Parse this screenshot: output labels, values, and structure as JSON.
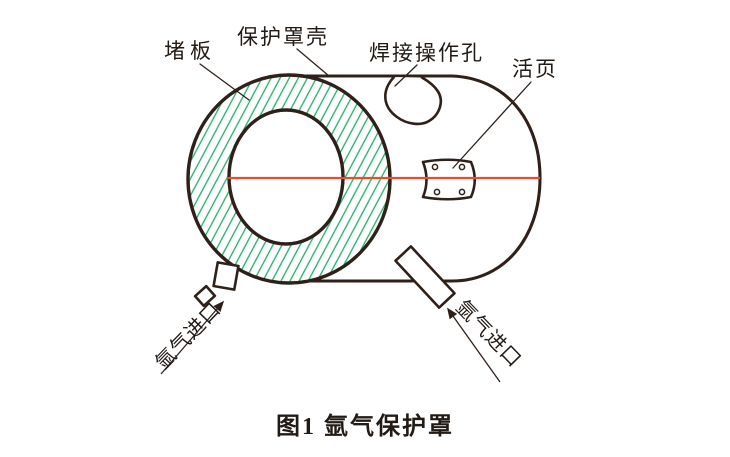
{
  "figure": {
    "caption": "图1  氩气保护罩",
    "labels": {
      "plug_plate": "堵板",
      "shell": "保护罩壳",
      "welding_hole": "焊接操作孔",
      "hinge": "活页",
      "argon_inlet_left": "氩气进口",
      "argon_inlet_right": "氩气进口"
    },
    "colors": {
      "line": "#2f2119",
      "centerline": "#e4502e",
      "hatch": "#1fae63",
      "text": "#221a14",
      "background": "#ffffff"
    }
  }
}
